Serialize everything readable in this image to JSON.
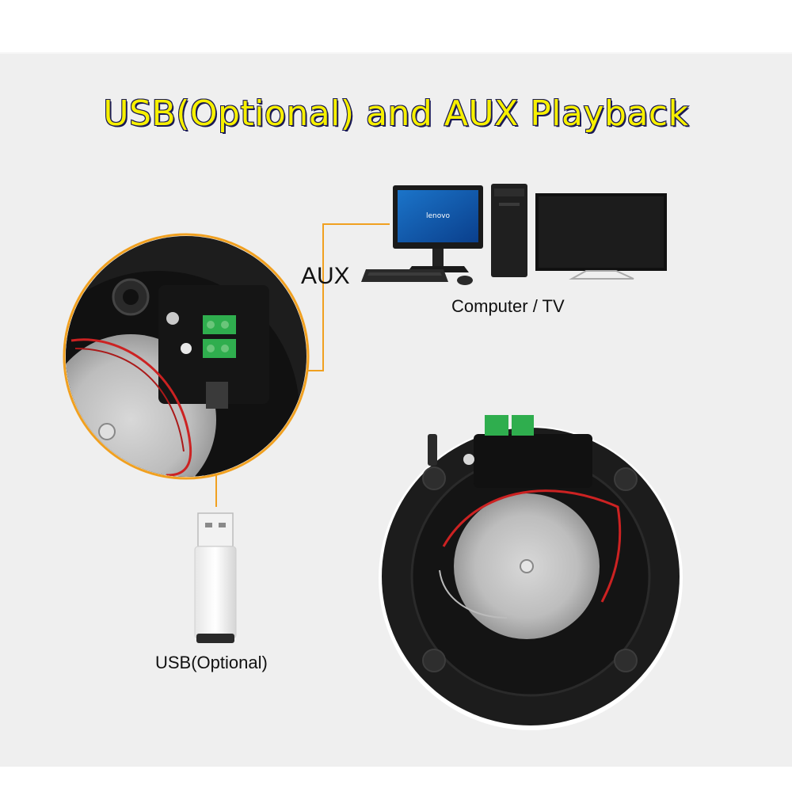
{
  "title": "USB(Optional) and AUX Playback",
  "labels": {
    "aux": "AUX",
    "computer_tv": "Computer / TV",
    "usb": "USB(Optional)"
  },
  "brand_on_monitor": "lenovo",
  "colors": {
    "title_fill": "#f7f000",
    "title_outline": "#222266",
    "callout_line": "#f0a020",
    "background": "#efefef",
    "speaker_body": "#1c1c1c",
    "terminal_green": "#2fae4e"
  },
  "icons": [
    "speaker-icon",
    "usb-drive-icon",
    "desktop-computer-icon",
    "tv-monitor-icon",
    "keyboard-icon",
    "mouse-icon"
  ]
}
